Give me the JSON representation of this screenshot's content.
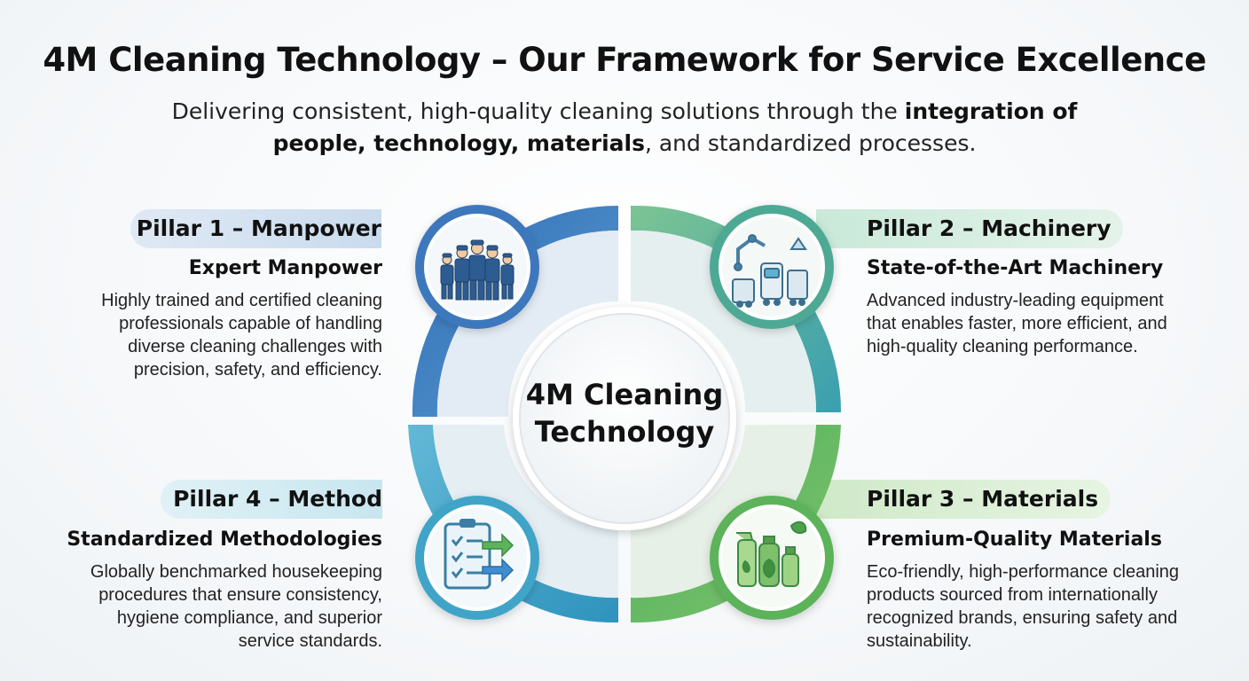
{
  "title": "4M Cleaning Technology – Our Framework for Service Excellence",
  "subtitle": {
    "line1_normal": "Delivering consistent, high-quality cleaning solutions through the ",
    "line1_bold": "integration of",
    "line2_bold1": "people, technology, materials",
    "line2_normal": ", and standardized processes."
  },
  "center": {
    "line1": "4M Cleaning",
    "line2": "Technology"
  },
  "pillars": [
    {
      "label": "Pillar 1 – Manpower",
      "heading": "Expert Manpower",
      "desc": [
        "Highly trained and certified cleaning",
        "professionals capable of handling",
        "diverse cleaning challenges with",
        "precision, safety, and efficiency."
      ],
      "icon": "workers-icon",
      "color": "#3f7dc0"
    },
    {
      "label": "Pillar 2 – Machinery",
      "heading": "State-of-the-Art Machinery",
      "desc": [
        "Advanced industry-leading equipment",
        "that enables faster, more efficient, and",
        "high-quality cleaning performance."
      ],
      "icon": "machinery-icon",
      "color": "#4aa58a"
    },
    {
      "label": "Pillar 3 – Materials",
      "heading": "Premium-Quality Materials",
      "desc": [
        "Eco-friendly, high-performance cleaning",
        "products sourced from internationally",
        "recognized brands, ensuring safety and",
        "sustainability."
      ],
      "icon": "cleaning-products-icon",
      "color": "#5cb35a"
    },
    {
      "label": "Pillar 4 – Method",
      "heading": "Standardized Methodologies",
      "desc": [
        "Globally benchmarked housekeeping",
        "procedures that ensure consistency,",
        "hygiene compliance, and superior",
        "service standards."
      ],
      "icon": "checklist-icon",
      "color": "#3aa3c4"
    }
  ]
}
